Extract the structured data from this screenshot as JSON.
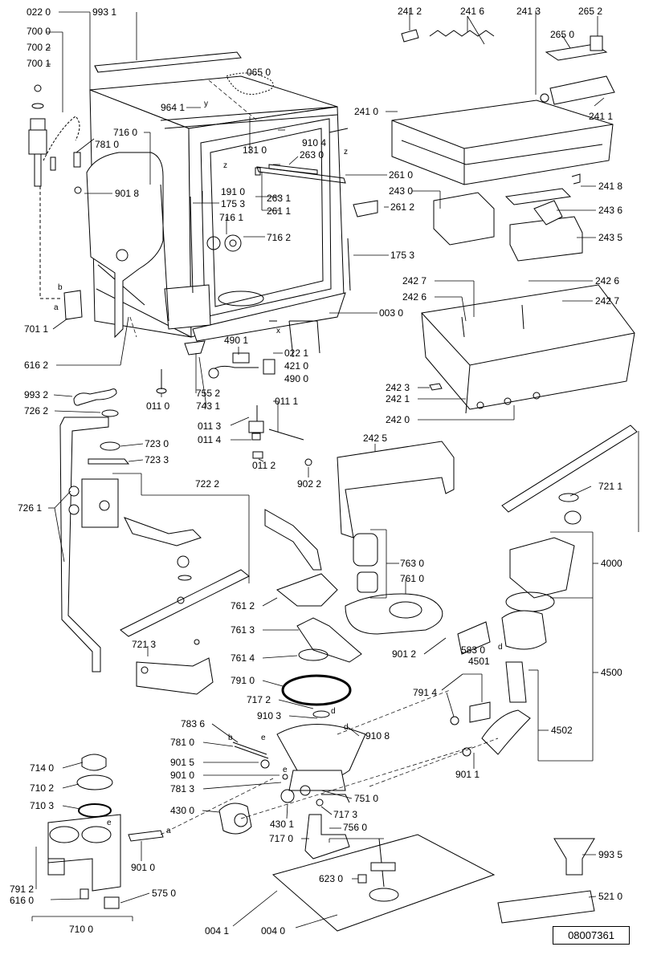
{
  "labels": {
    "l0220": "022 0",
    "l9931": "993 1",
    "l7000": "700 0",
    "l7002": "700 2",
    "l7001": "700 1",
    "l0650": "065 0",
    "l9641": "964 1",
    "l7160": "716 0",
    "l7810": "781 0",
    "l9018": "901 8",
    "l1310": "131 0",
    "l9104": "910 4",
    "l2630": "263 0",
    "l1910": "191 0",
    "l1753a": "175 3",
    "l7161": "716 1",
    "l7162": "716 2",
    "l2631": "263 1",
    "l2611": "261 1",
    "l2610": "261 0",
    "l2612": "261 2",
    "l1753b": "175 3",
    "l0030": "003 0",
    "l7011": "701 1",
    "l4901": "490 1",
    "l0221": "022 1",
    "l4210": "421 0",
    "l4900": "490 0",
    "l6162": "616 2",
    "l7552": "755 2",
    "l7431": "743 1",
    "l0110": "011 0",
    "l0111": "011 1",
    "l0113": "011 3",
    "l0114": "011 4",
    "l0112": "011 2",
    "l9022": "902 2",
    "l9932": "993 2",
    "l7262": "726 2",
    "l7230": "723 0",
    "l7233": "723 3",
    "l7222": "722 2",
    "l7261": "726 1",
    "l7213": "721 3",
    "l2412": "241 2",
    "l2416": "241 6",
    "l2413": "241 3",
    "l2652": "265 2",
    "l2650": "265 0",
    "l2410": "241 0",
    "l2411": "241 1",
    "l2418": "241 8",
    "l2430": "243 0",
    "l2436": "243 6",
    "l2435": "243 5",
    "l2427a": "242 7",
    "l2426a": "242 6",
    "l2426b": "242 6",
    "l2427b": "242 7",
    "l2423": "242 3",
    "l2421": "242 1",
    "l2420": "242 0",
    "l2425": "242 5",
    "l7211": "721 1",
    "l7630": "763 0",
    "l7610": "761 0",
    "l4000": "4000",
    "l7612": "761 2",
    "l7613": "761 3",
    "l7614": "761 4",
    "l9012": "901 2",
    "l4501": "4501",
    "l5830": "583 0",
    "l4500": "4500",
    "l7910": "791 0",
    "l7914": "791 4",
    "l7172": "717 2",
    "l9103": "910 3",
    "l9108": "910 8",
    "l4502": "4502",
    "l7836": "783 6",
    "l7810b": "781 0",
    "l9015": "901 5",
    "l9010": "901 0",
    "l7813": "781 3",
    "l9011": "901 1",
    "l7510": "751 0",
    "l7140": "714 0",
    "l7102": "710 2",
    "l7103": "710 3",
    "l4300": "430 0",
    "l4301": "430 1",
    "l7173": "717 3",
    "l7560": "756 0",
    "l7170": "717 0",
    "l9010b": "901 0",
    "l7912": "791 2",
    "l5750": "575 0",
    "l6160": "616 0",
    "l7100": "710 0",
    "l9935": "993 5",
    "l6230": "623 0",
    "l5210": "521 0",
    "l0041": "004 1",
    "l0040": "004 0",
    "letters": {
      "b1": "b",
      "a1": "a",
      "z1": "z",
      "z2": "z",
      "y1": "y",
      "x1": "x",
      "d1": "d",
      "e1": "e",
      "b2": "b",
      "e2": "e",
      "a2": "a",
      "d2": "d",
      "e3": "e",
      "d3": "d"
    }
  },
  "doc_id": "08007361"
}
